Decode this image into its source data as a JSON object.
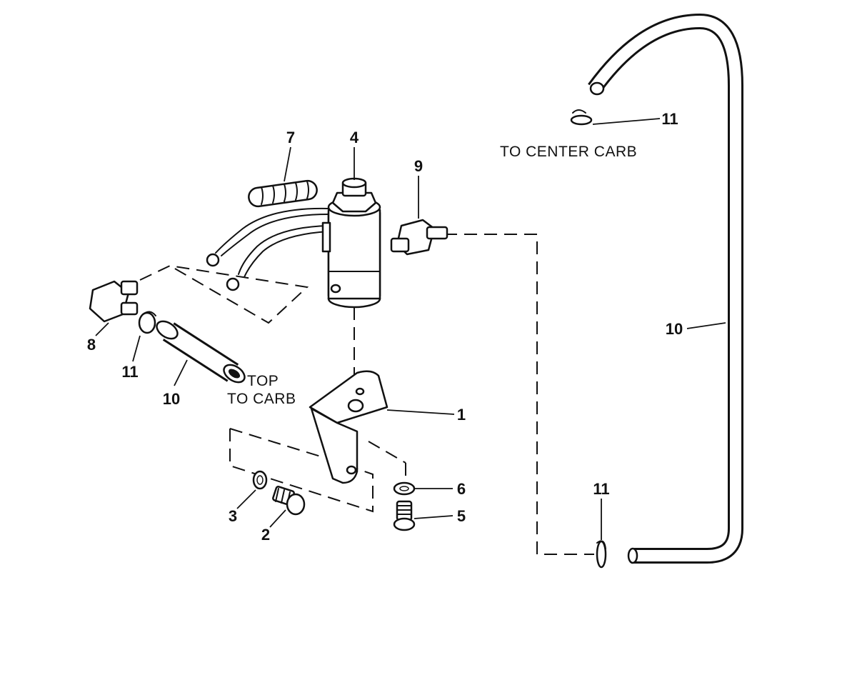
{
  "diagram": {
    "notes": {
      "to_center_carb": "TO CENTER CARB",
      "top": "TOP",
      "to_carb": "TO CARB"
    },
    "callouts": {
      "c1": "1",
      "c2": "2",
      "c3": "3",
      "c4": "4",
      "c5": "5",
      "c6": "6",
      "c7": "7",
      "c8": "8",
      "c9": "9",
      "c10_left": "10",
      "c10_right": "10",
      "c11_left": "11",
      "c11_top": "11",
      "c11_bottom": "11"
    }
  }
}
